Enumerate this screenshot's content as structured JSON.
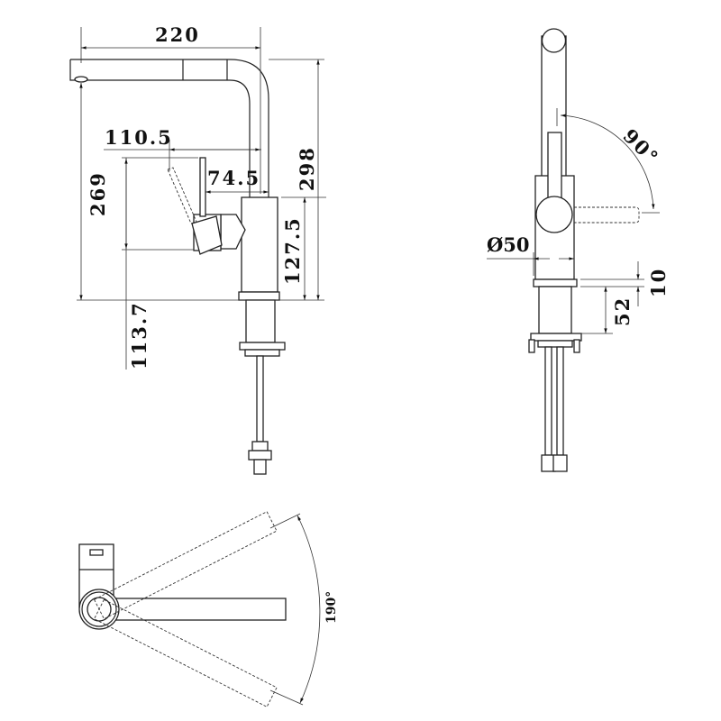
{
  "title": "Kitchen faucet technical drawing",
  "side_view": {
    "spout_reach": "220",
    "total_height": "298",
    "spout_height": "269",
    "handle_offset": "110.5",
    "body_offset": "74.5",
    "body_height": "127.5",
    "handle_height": "113.7"
  },
  "front_view": {
    "handle_rotation": "90°",
    "body_diameter": "Ø50",
    "base_ring_height": "10",
    "mount_depth": "52"
  },
  "top_view": {
    "swivel_angle": "190°"
  },
  "colors": {
    "line": "#222222",
    "background": "#ffffff"
  }
}
